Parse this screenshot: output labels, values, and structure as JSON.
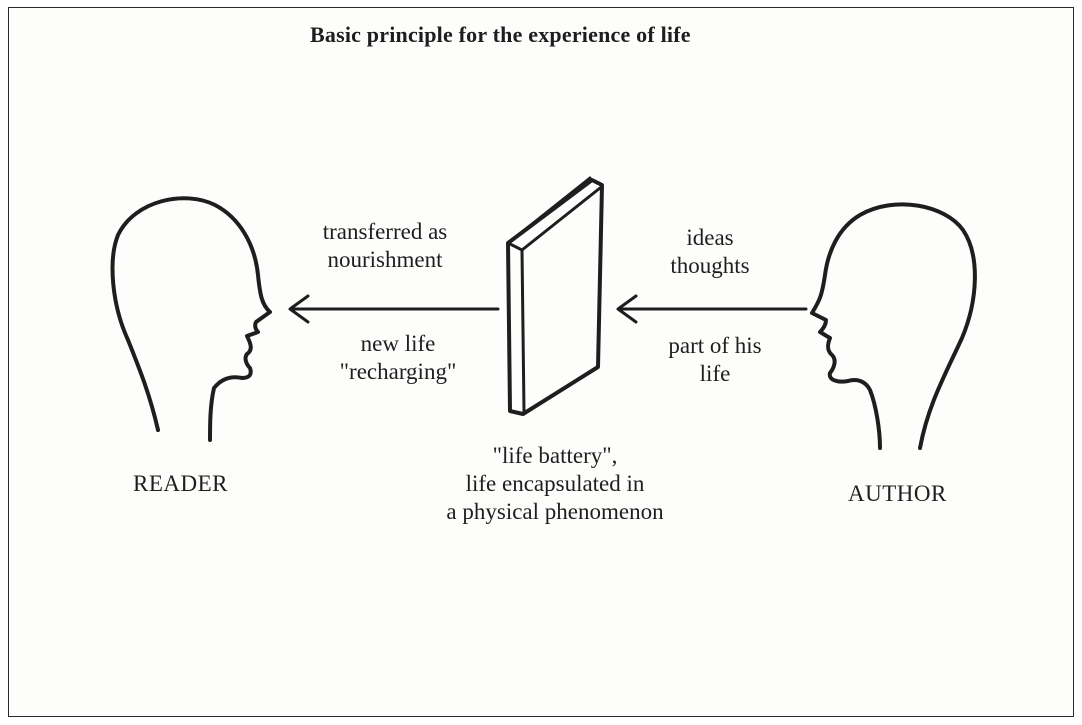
{
  "title": "Basic principle for the experience of life",
  "labels": {
    "left_top": [
      "transferred as",
      "nourishment"
    ],
    "left_bottom": [
      "new life",
      "\"recharging\""
    ],
    "right_top": [
      "ideas",
      "thoughts"
    ],
    "right_bottom": [
      "part of his",
      "life"
    ],
    "book_caption": [
      "\"life battery\",",
      "life encapsulated in",
      "a physical phenomenon"
    ]
  },
  "roles": {
    "reader": "READER",
    "author": "AUTHOR"
  },
  "icons": {
    "reader": "head-profile-facing-right-icon",
    "author": "head-profile-facing-left-icon",
    "book": "book-icon",
    "arrow_left": "arrow-left-icon",
    "arrow_center": "arrow-left-icon"
  }
}
